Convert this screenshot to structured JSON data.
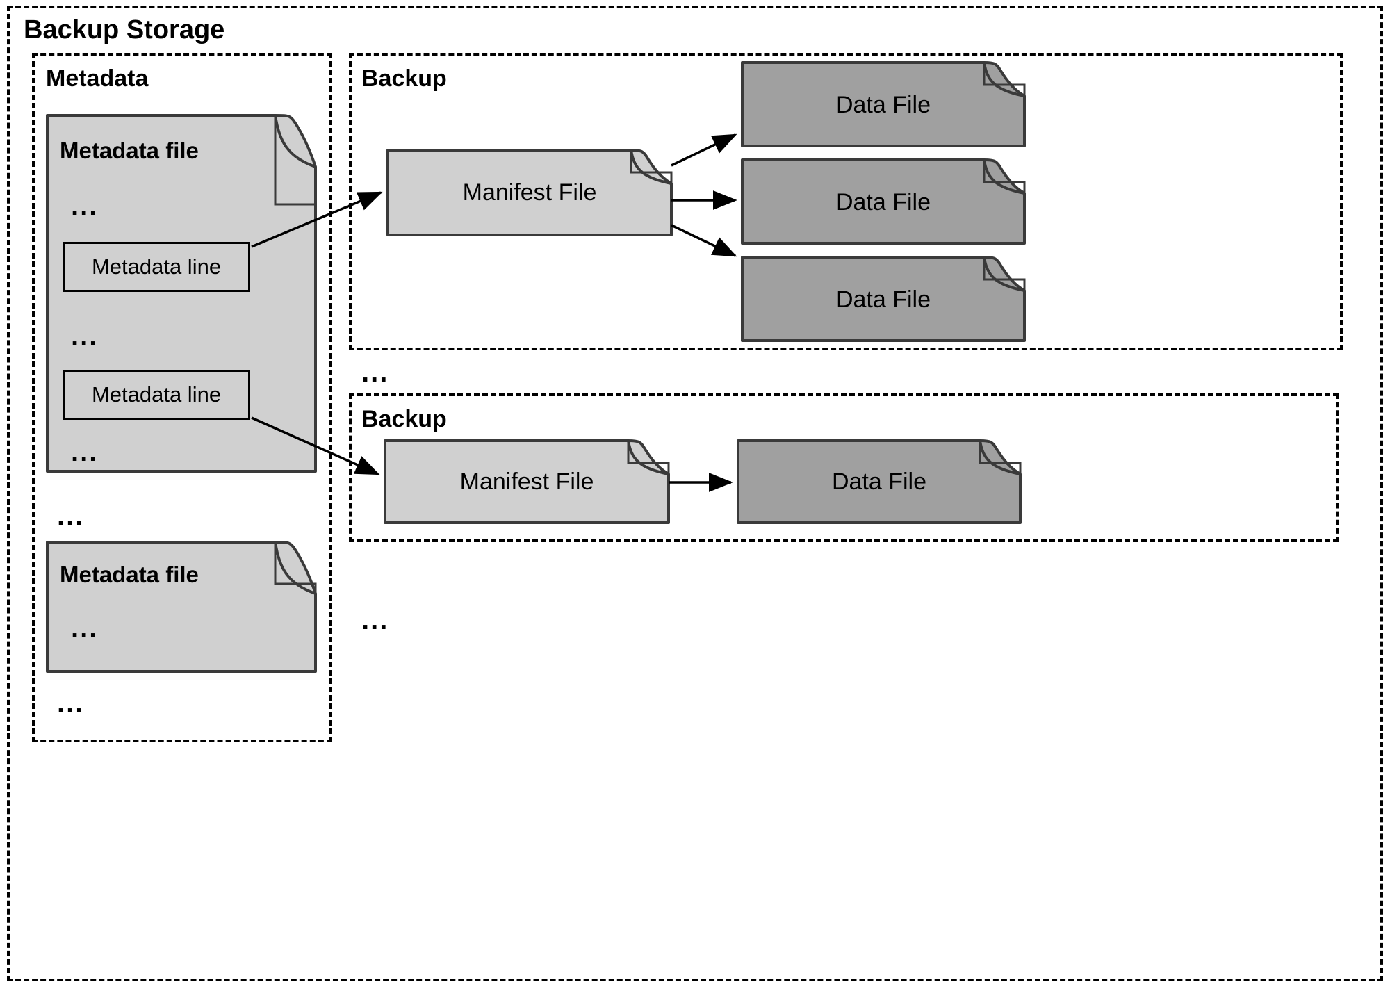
{
  "diagram": {
    "title": "Backup Storage",
    "type": "architecture-diagram"
  },
  "colors": {
    "metadata_file_fill": "#d0d0d0",
    "manifest_file_fill": "#d0d0d0",
    "data_file_fill": "#a0a0a0",
    "stroke": "#000000",
    "background": "#ffffff"
  },
  "outer": {
    "label": "Backup Storage"
  },
  "metadata_section": {
    "label": "Metadata",
    "files": [
      {
        "title": "Metadata file",
        "dots_top": "...",
        "lines": [
          {
            "label": "Metadata line"
          },
          {
            "label": "Metadata line"
          }
        ],
        "dots_middle": "...",
        "dots_bottom": "..."
      },
      {
        "title": "Metadata file",
        "dots_top": "..."
      }
    ],
    "dots_between_files": "...",
    "dots_after_files": "..."
  },
  "backup_sections": [
    {
      "label": "Backup",
      "manifest": {
        "label": "Manifest File"
      },
      "data_files": [
        {
          "label": "Data File"
        },
        {
          "label": "Data File"
        },
        {
          "label": "Data File"
        }
      ]
    },
    {
      "label": "Backup",
      "manifest": {
        "label": "Manifest File"
      },
      "data_files": [
        {
          "label": "Data File"
        }
      ]
    }
  ],
  "dots_between_backups": "...",
  "dots_after_backups": "...",
  "edges": [
    {
      "from": "metadata-line-1",
      "to": "manifest-file-1",
      "style": "arrow"
    },
    {
      "from": "metadata-line-2",
      "to": "manifest-file-2",
      "style": "arrow"
    },
    {
      "from": "manifest-file-1",
      "to": "data-file-1-1",
      "style": "arrow"
    },
    {
      "from": "manifest-file-1",
      "to": "data-file-1-2",
      "style": "arrow"
    },
    {
      "from": "manifest-file-1",
      "to": "data-file-1-3",
      "style": "arrow"
    },
    {
      "from": "manifest-file-2",
      "to": "data-file-2-1",
      "style": "arrow"
    }
  ]
}
